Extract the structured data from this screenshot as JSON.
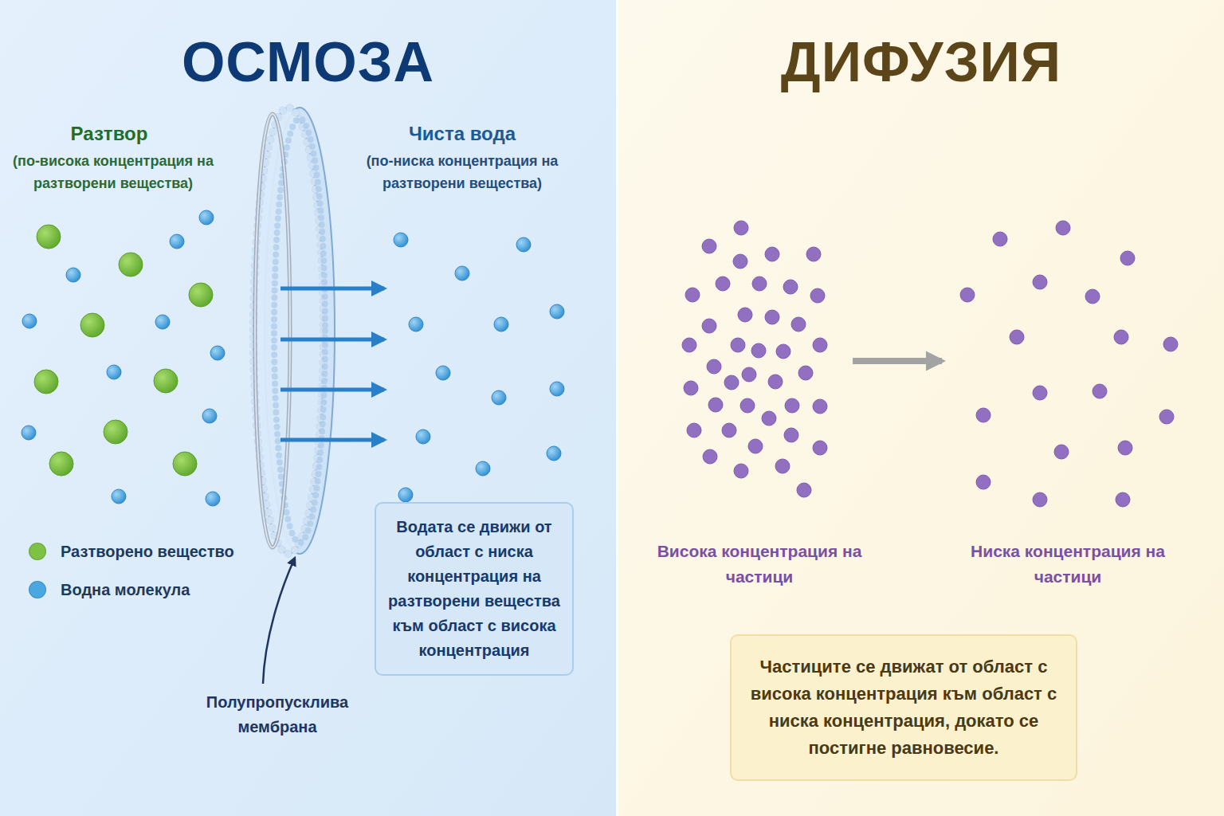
{
  "diagram": {
    "nodes": [
      {
        "text": [
          "ОСМОЗА"
        ]
      },
      {
        "text": [
          "ДИФУЗИЯ"
        ]
      },
      {
        "text": [
          "Водата се движи от област с ниска концентрация на разтворени вещества към област с висока концентрация"
        ],
        "in": 0
      },
      {
        "text": [
          "Частиците се движат от област с висока концентрация към област с ниска концентрация, докато се постигне равновесие."
        ],
        "in": 1
      }
    ],
    "labels": [
      "Разтвор",
      "(по-висока концентрация на разтворени вещества)",
      "Чиста вода",
      "(по-ниска концентрация на разтворени вещества)",
      "Полупропусклива мембрана",
      "Висока концентрация на частици",
      "Ниска концентрация на частици"
    ],
    "legend": [
      {
        "text": "Разтворено вещество",
        "color": "#7dc243"
      },
      {
        "text": "Водна молекула",
        "color": "#4ba7e2"
      }
    ]
  }
}
